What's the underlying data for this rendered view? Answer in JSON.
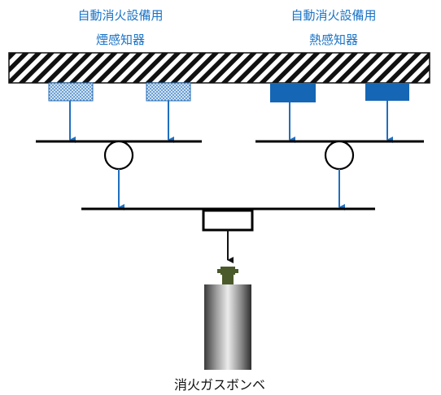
{
  "labels": {
    "smoke_line1": "自動消火設備用",
    "smoke_line2": "煙感知器",
    "heat_line1": "自動消火設備用",
    "heat_line2": "熱感知器",
    "cylinder": "消火ガスボンベ"
  },
  "colors": {
    "label_blue": "#1a73c6",
    "arrow_blue": "#1f6fc0",
    "heat_detector": "#1566b5",
    "smoke_detector_fill": "#cfe3f5",
    "smoke_detector_dots": "#2a6fb8",
    "line": "#000000",
    "valve_green": "#4a5a2a"
  }
}
